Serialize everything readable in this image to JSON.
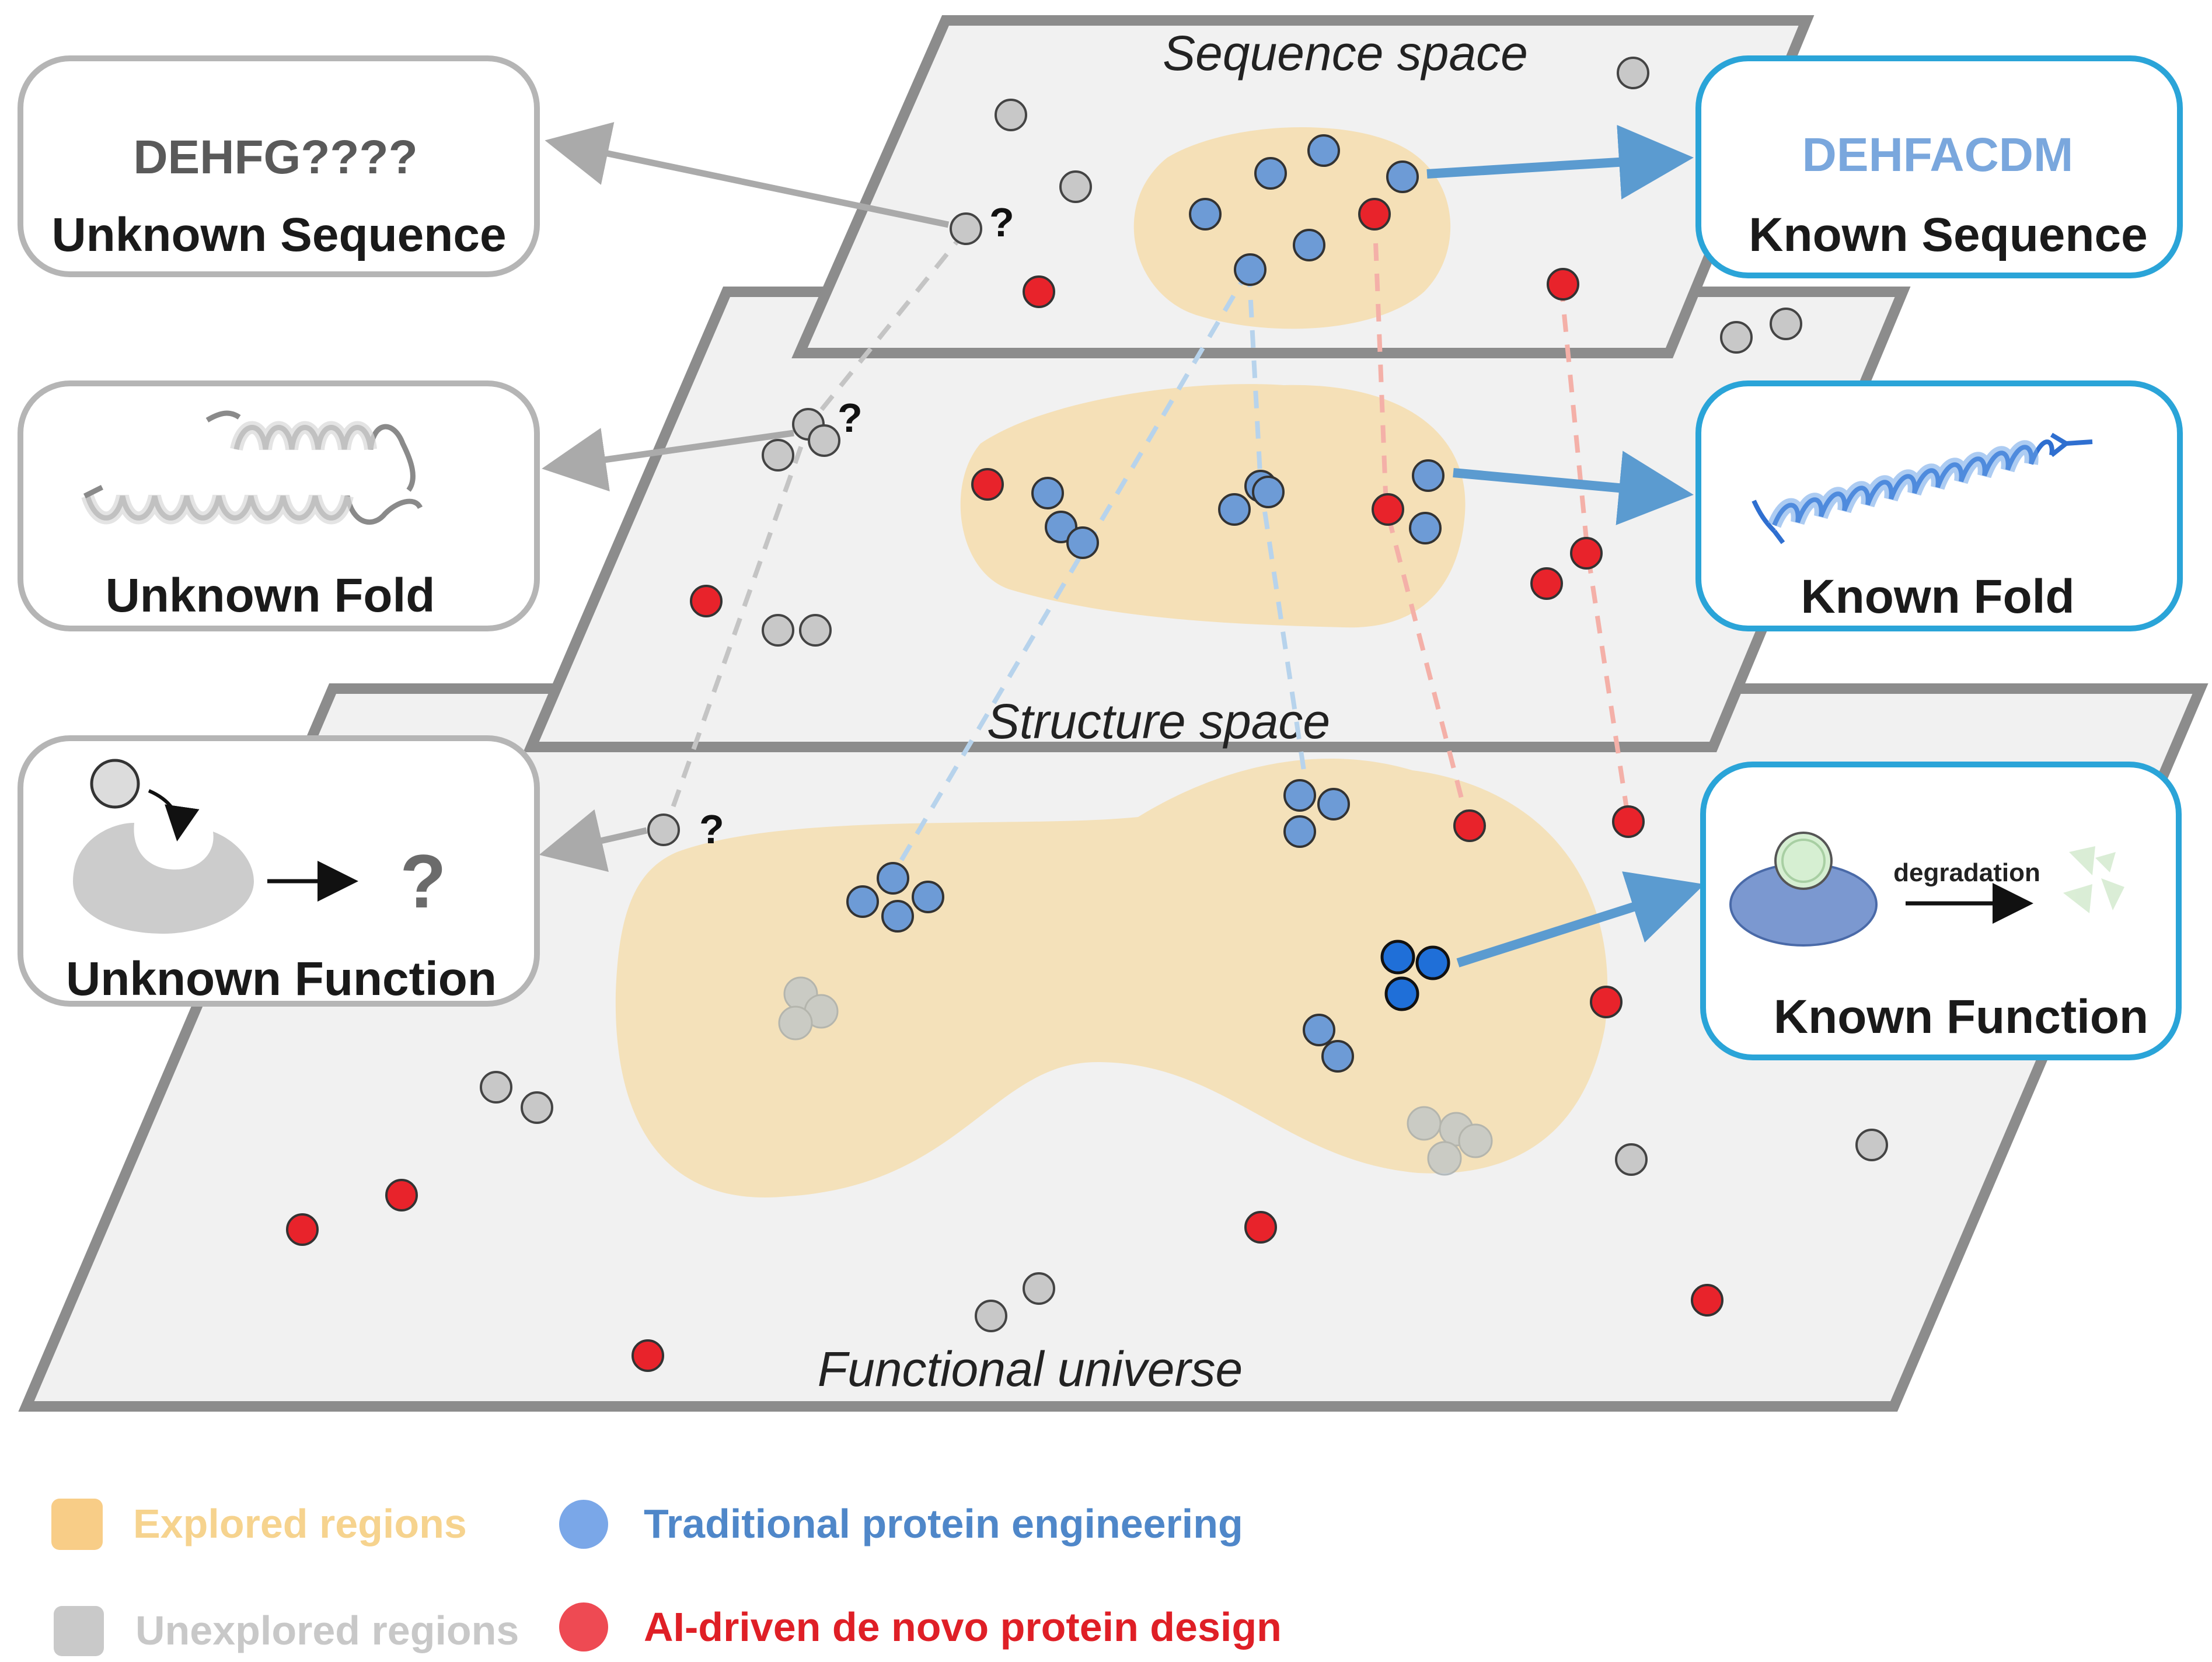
{
  "planes": {
    "sequence_title": "Sequence space",
    "structure_title": "Structure space",
    "function_title": "Functional universe"
  },
  "left_boxes": {
    "sequence": {
      "code": "DEHFG????",
      "title": "Unknown Sequence"
    },
    "fold": {
      "title": "Unknown Fold"
    },
    "function": {
      "title": "Unknown Function",
      "question": "?"
    }
  },
  "right_boxes": {
    "sequence": {
      "code": "DEHFACDM",
      "title": "Known Sequence"
    },
    "fold": {
      "title": "Known Fold"
    },
    "function": {
      "title": "Known Function",
      "process_label": "degradation"
    }
  },
  "question_marks": {
    "sequence": "?",
    "structure": "?",
    "function": "?"
  },
  "legend": {
    "explored": "Explored regions",
    "unexplored": "Unexplored regions",
    "traditional": "Traditional protein engineering",
    "ai": "AI-driven de novo protein design"
  },
  "colors": {
    "explored": "#f5deb0",
    "unexplored_gray": "#c8c8c8",
    "traditional_blue": "#6d9bd6",
    "ai_red": "#e8232b",
    "known_border": "#2aa4d8",
    "unknown_border": "#b5b5b5"
  }
}
